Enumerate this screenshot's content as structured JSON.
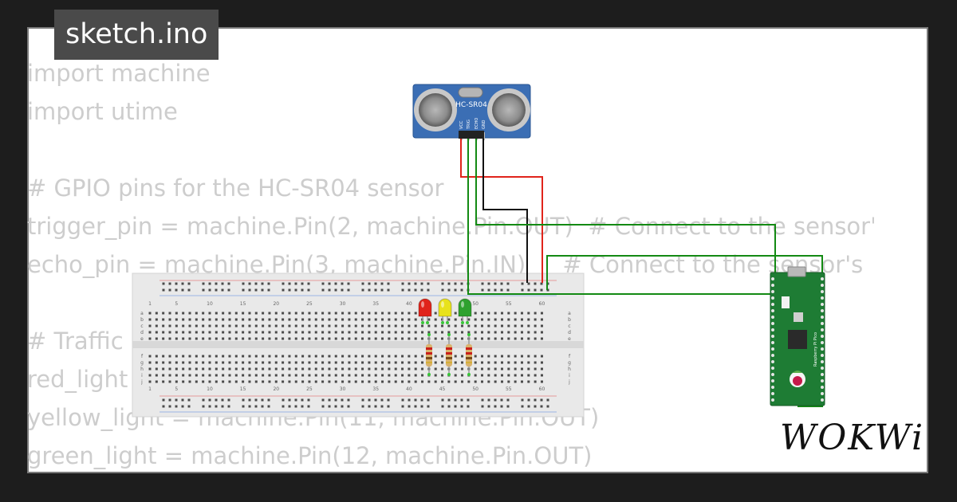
{
  "file_tab": {
    "label": "sketch.ino"
  },
  "code_lines": [
    "import machine",
    "import utime",
    "",
    "# GPIO pins for the HC-SR04 sensor",
    "trigger_pin = machine.Pin(2, machine.Pin.OUT)  # Connect to the sensor's",
    "echo_pin = machine.Pin(3, machine.Pin.IN)     # Connect to the sensor's",
    "",
    "# Traffic light LEDs",
    "red_light = machine.Pin(10, machine.Pin.OUT)",
    "yellow_light = machine.Pin(11, machine.Pin.OUT)",
    "green_light = machine.Pin(12, machine.Pin.OUT)"
  ],
  "sensor": {
    "label": "HC-SR04",
    "pins": [
      "VCC",
      "TRIG",
      "ECHO",
      "GND"
    ]
  },
  "breadboard": {
    "column_numbers": [
      "1",
      "5",
      "10",
      "15",
      "20",
      "25",
      "30",
      "35",
      "40",
      "45",
      "50",
      "55",
      "60"
    ],
    "row_letters_top": [
      "a",
      "b",
      "c",
      "d",
      "e"
    ],
    "row_letters_bottom": [
      "f",
      "g",
      "h",
      "i",
      "j"
    ]
  },
  "leds": [
    {
      "color_name": "red",
      "color": "#e0241b"
    },
    {
      "color_name": "yellow",
      "color": "#e8e21c"
    },
    {
      "color_name": "green",
      "color": "#2ea12e"
    }
  ],
  "board": {
    "label": "Raspberry Pi Pico"
  },
  "wire_colors": {
    "vcc": "#e0241b",
    "gnd": "#111111",
    "signal": "#138a13"
  },
  "logo": {
    "text": "WOKWi"
  }
}
